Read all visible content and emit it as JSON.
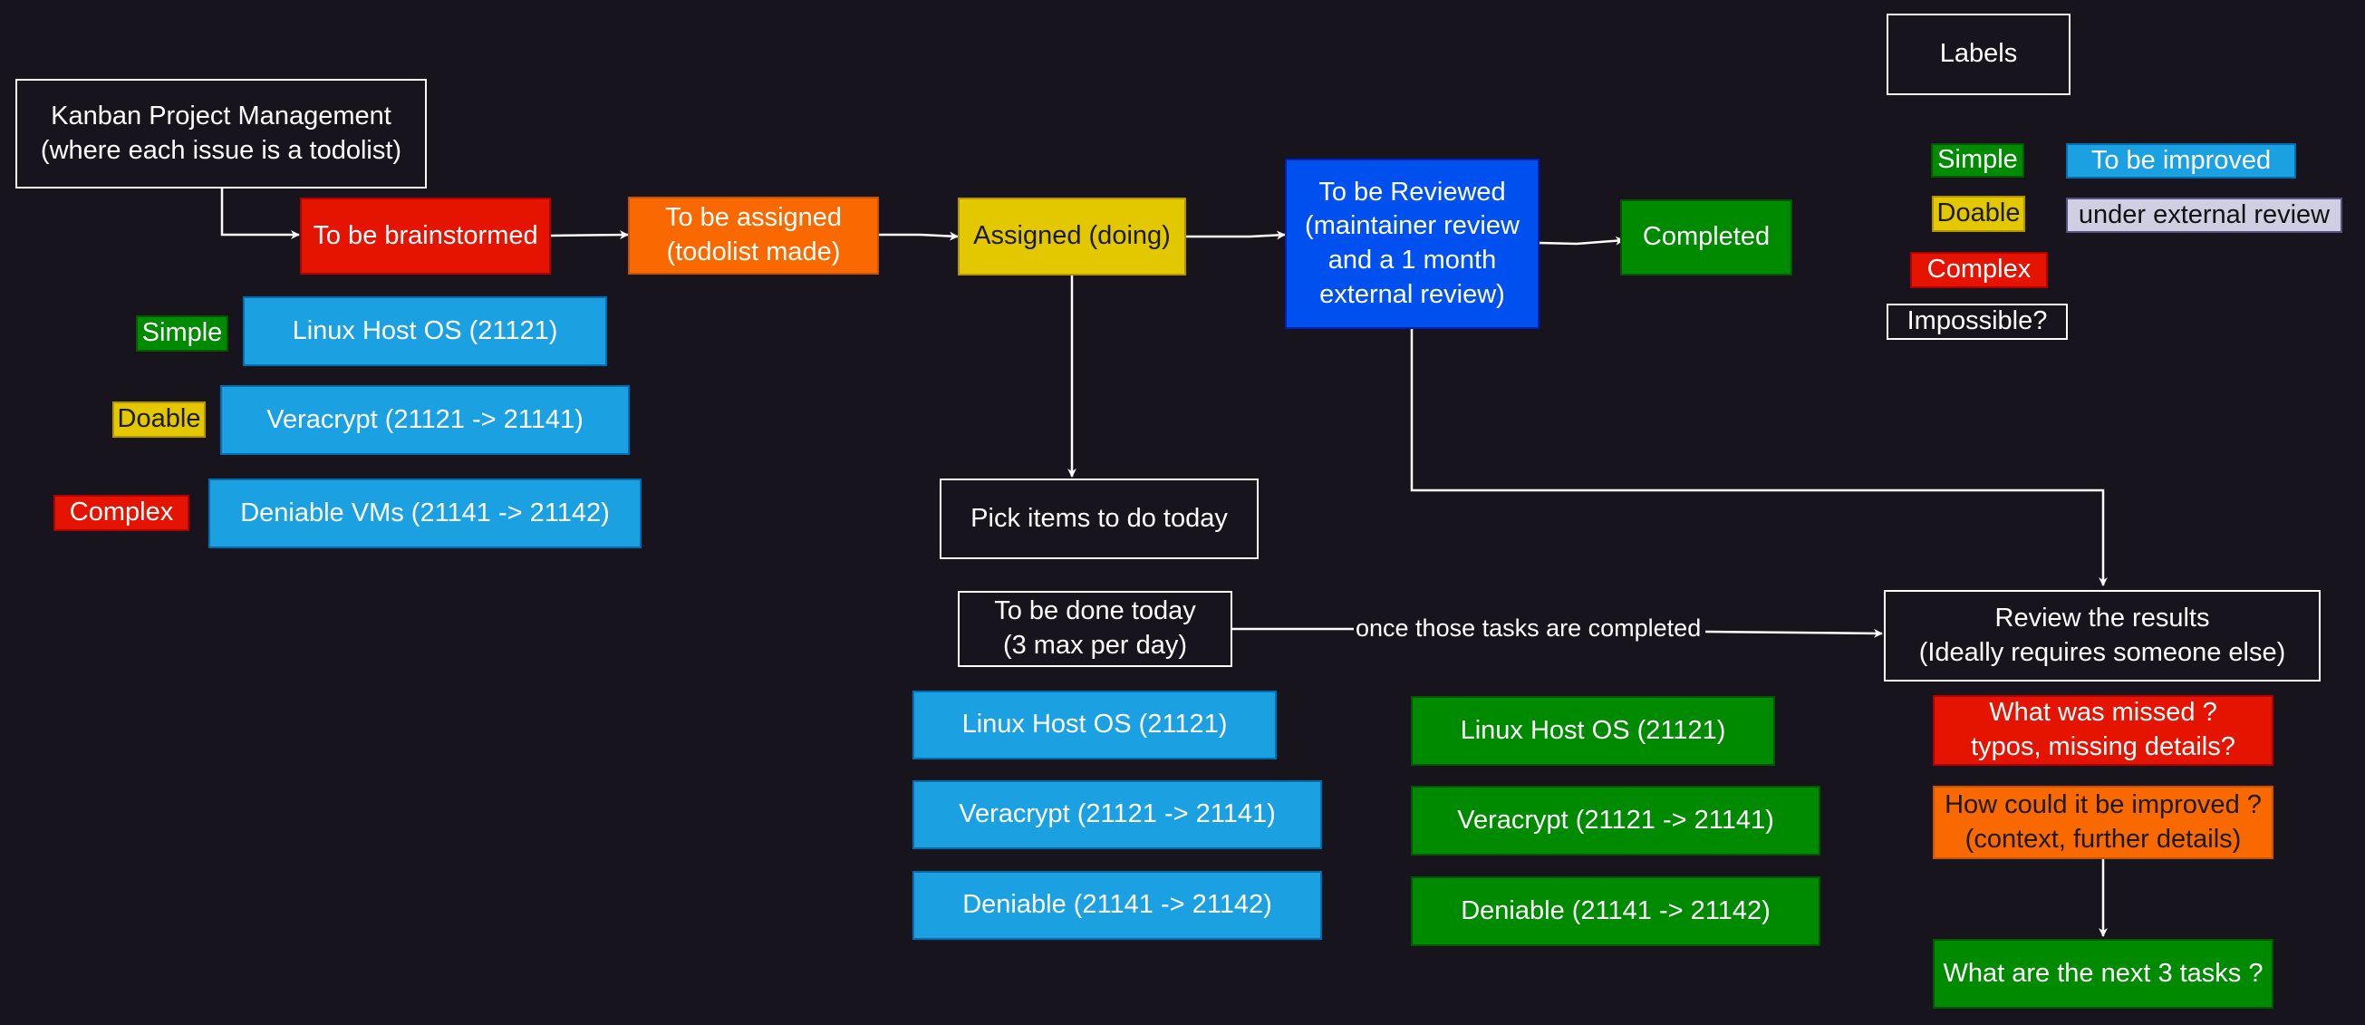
{
  "colors": {
    "background": "#18141d",
    "red": "#e51400",
    "orange": "#fa6800",
    "yellow": "#e3c800",
    "blue": "#0050ef",
    "green": "#008a00",
    "sky_blue": "#1ba1e2",
    "lavender": "#d0cee2",
    "line": "#ffffff"
  },
  "flow": {
    "project": "Kanban Project Management\n(where each issue is a todolist)",
    "brainstormed": "To be brainstormed",
    "assigned": "To be assigned\n(todolist made)",
    "doing": "Assigned (doing)",
    "reviewed": "To be Reviewed\n(maintainer review\nand a 1 month\nexternal review)",
    "completed": "Completed",
    "pick": "Pick items to do today",
    "done_today": "To be done today\n(3 max per day)",
    "edge_label": "once those tasks are completed",
    "review_results": "Review the results\n(Ideally requires someone else)",
    "missed": "What was missed ?\ntypos, missing details?",
    "improved": "How could it be improved ?\n(context, further details)",
    "next": "What are the next 3 tasks ?"
  },
  "brainstorm_items": [
    {
      "tag": "Simple",
      "task": "Linux Host OS (21121)"
    },
    {
      "tag": "Doable",
      "task": "Veracrypt (21121 -> 21141)"
    },
    {
      "tag": "Complex",
      "task": "Deniable VMs (21141 -> 21142)"
    }
  ],
  "today_tasks": [
    "Linux Host OS (21121)",
    "Veracrypt (21121 -> 21141)",
    "Deniable (21141 -> 21142)"
  ],
  "completed_tasks": [
    "Linux Host OS (21121)",
    "Veracrypt (21121 -> 21141)",
    "Deniable (21141 -> 21142)"
  ],
  "legend": {
    "title": "Labels",
    "simple": "Simple",
    "doable": "Doable",
    "complex": "Complex",
    "impossible": "Impossible?",
    "to_improve": "To be improved",
    "external": "under external review"
  }
}
